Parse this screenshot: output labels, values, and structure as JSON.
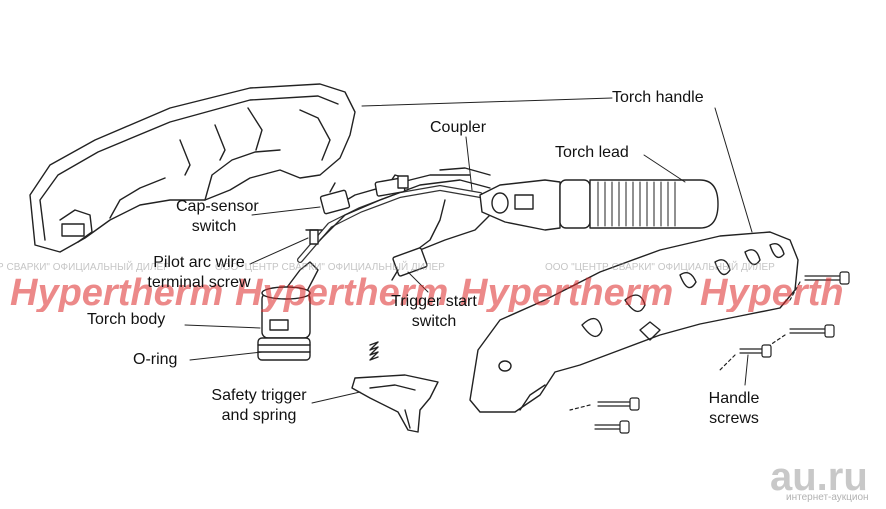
{
  "labels": {
    "torch_handle": "Torch handle",
    "coupler": "Coupler",
    "torch_lead": "Torch lead",
    "cap_sensor_1": "Cap-sensor",
    "cap_sensor_2": "switch",
    "pilot_arc_1": "Pilot arc wire",
    "pilot_arc_2": "terminal screw",
    "torch_body": "Torch body",
    "o_ring": "O-ring",
    "trigger_start_1": "Trigger start",
    "trigger_start_2": "switch",
    "safety_trigger_1": "Safety trigger",
    "safety_trigger_2": "and spring",
    "handle_screws_1": "Handle",
    "handle_screws_2": "screws"
  },
  "watermark": {
    "brand_words": [
      "Hypertherm",
      "Hypertherm",
      "Hypertherm",
      "Hyperth"
    ],
    "dealer_text": "ООО \"ЦЕНТР СВАРКИ\" ОФИЦИАЛЬНЫЙ ДИЛЕР",
    "color": "#dc2828"
  },
  "logo": {
    "text": "au.ru",
    "subtext": "интернет-аукцион"
  }
}
